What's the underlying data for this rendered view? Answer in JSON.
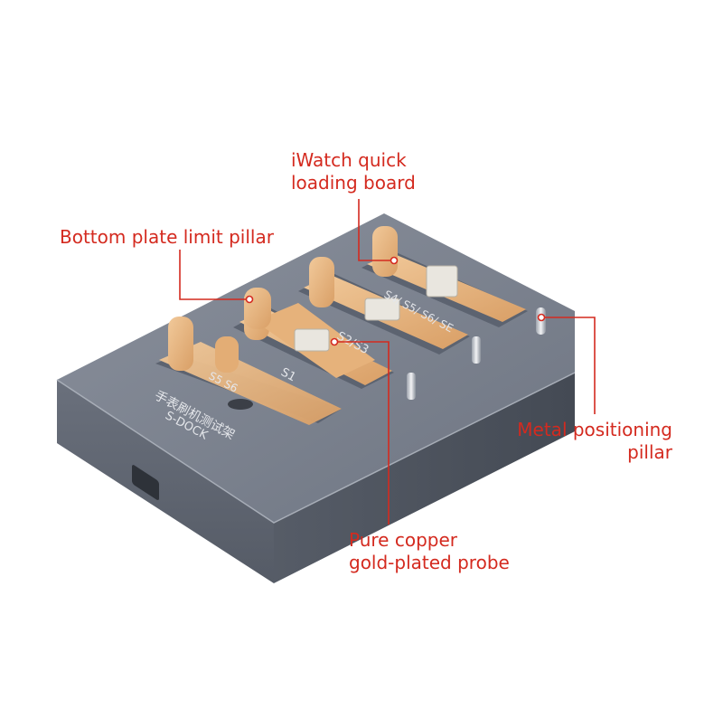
{
  "colors": {
    "callout": "#d42a1f",
    "dock_top": "#737a88",
    "dock_side": "#5a606c",
    "cradle": "#e8b783",
    "cradle_dark": "#c88f58",
    "pin": "#cfc9b8"
  },
  "callouts": {
    "iwatch": [
      "iWatch quick",
      "loading board"
    ],
    "bottom_pillar": [
      "Bottom plate limit pillar"
    ],
    "metal_pillar": [
      "Metal positioning",
      "pillar"
    ],
    "copper_probe": [
      "Pure copper",
      "gold-plated probe"
    ]
  },
  "device_labels": {
    "slot_front": "S5 S6",
    "brand_cn": "手表刷机测试架",
    "brand_en": "S-DOCK",
    "slot1": "S1",
    "slot2": "S2/S3",
    "slot3": "S4/ S5/ S6/ SE"
  }
}
